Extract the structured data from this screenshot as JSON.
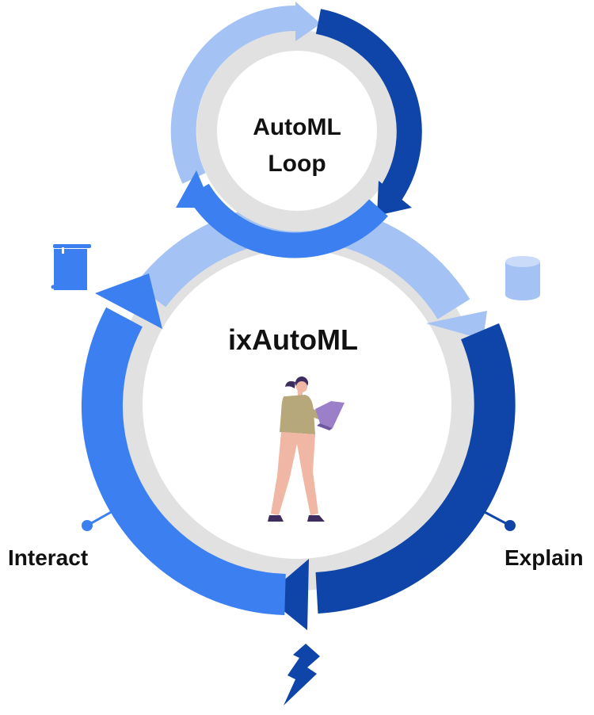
{
  "top_loop": {
    "line1": "AutoML",
    "line2": "Loop"
  },
  "main_loop": {
    "title": "ixAutoML"
  },
  "labels": {
    "interact": "Interact",
    "explain": "Explain"
  },
  "icons": [
    "notebook-icon",
    "database-icon",
    "lightning-icon",
    "person-with-laptop-icon"
  ],
  "colors": {
    "light_blue": "#a4c2f4",
    "mid_blue": "#3b7ff0",
    "dark_blue": "#0f45a8",
    "ring_grey": "#e1e1e1",
    "skin": "#f0b7a4",
    "sweater": "#b7a87c",
    "laptop": "#9b7fc9"
  }
}
